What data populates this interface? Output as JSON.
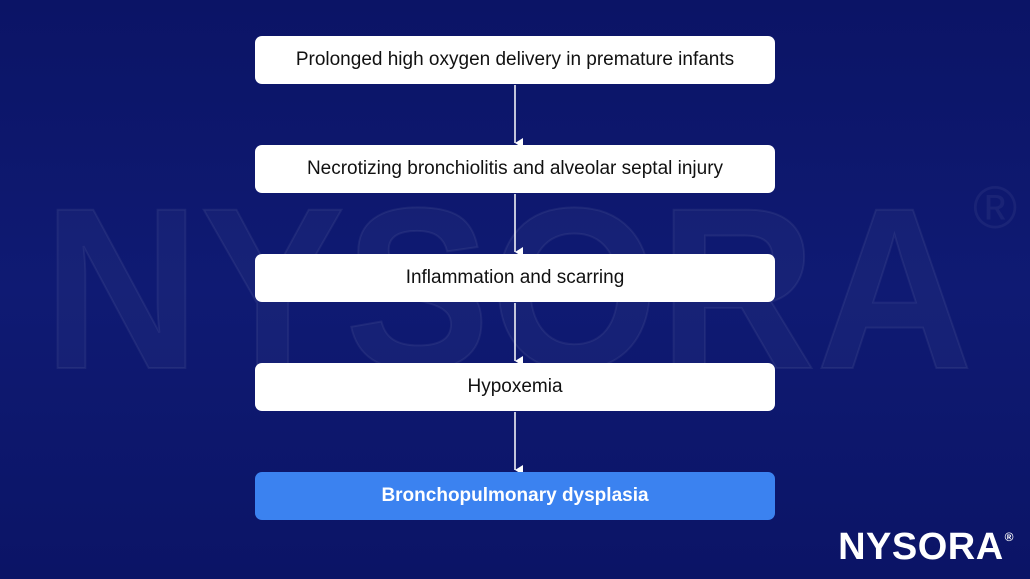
{
  "flowchart": {
    "steps": [
      "Prolonged high oxygen delivery in premature infants",
      "Necrotizing bronchiolitis and alveolar septal injury",
      "Inflammation and scarring",
      "Hypoxemia",
      "Bronchopulmonary dysplasia"
    ]
  },
  "brand": {
    "watermark": "NYSORA",
    "logo": "NYSORA",
    "registered": "®"
  },
  "colors": {
    "background": "#0c156b",
    "box": "#ffffff",
    "final_box": "#3b82f0",
    "arrow": "#ffffff"
  }
}
